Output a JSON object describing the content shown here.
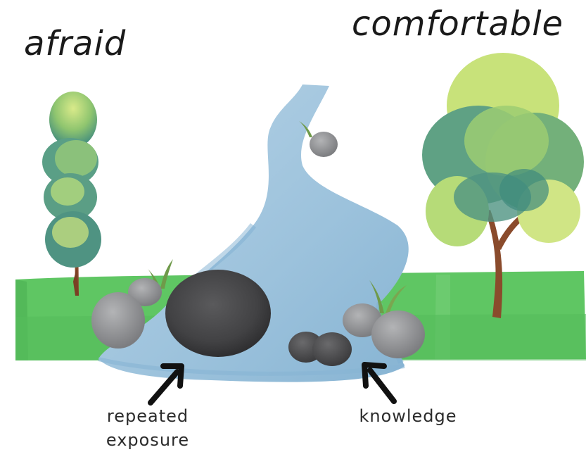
{
  "labels": {
    "left_state": "afraid",
    "right_state": "comfortable",
    "caption_left_line1": "repeated",
    "caption_left_line2": "exposure",
    "caption_right": "knowledge"
  },
  "colors": {
    "grass": "#5fc663",
    "water": "#9fc4de",
    "water_dark": "#7fb0d1",
    "stone": "#8f9092",
    "big_stone": "#4c4c4e",
    "trunk": "#8a4b2c",
    "leaf_light": "#c8e27a",
    "leaf_dark": "#3f8a7e",
    "arrow": "#111111"
  }
}
